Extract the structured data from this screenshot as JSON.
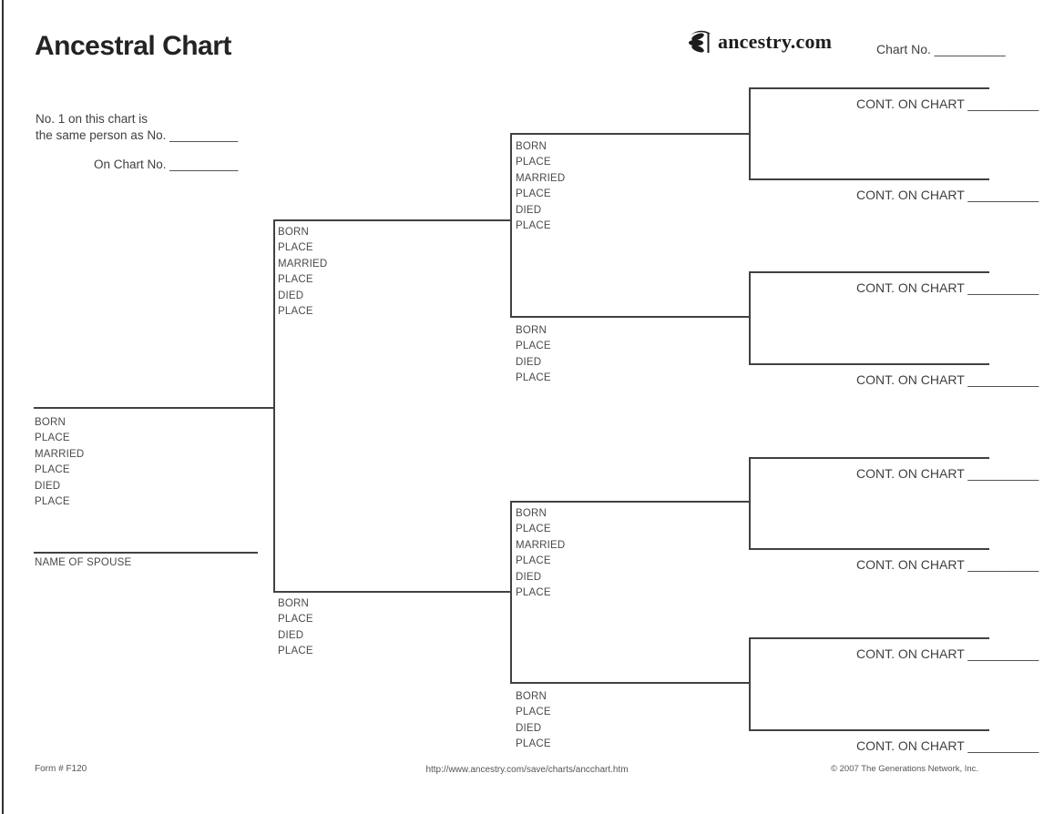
{
  "header": {
    "title": "Ancestral Chart",
    "logo_text": "ancestry.com",
    "chart_no": "Chart No. __________"
  },
  "note": {
    "line1": "No. 1 on this chart is",
    "line2": "the same person as No. __________",
    "line3": "On Chart No. __________"
  },
  "person_fields": {
    "full": [
      "BORN",
      "PLACE",
      "MARRIED",
      "PLACE",
      "DIED",
      "PLACE"
    ],
    "short": [
      "BORN",
      "PLACE",
      "DIED",
      "PLACE"
    ],
    "spouse": "NAME OF SPOUSE"
  },
  "cont_label": "CONT. ON CHART __________",
  "footer": {
    "form_no": "Form # F120",
    "url": "http://www.ancestry.com/save/charts/ancchart.htm",
    "copyright": "© 2007 The Generations Network, Inc."
  }
}
